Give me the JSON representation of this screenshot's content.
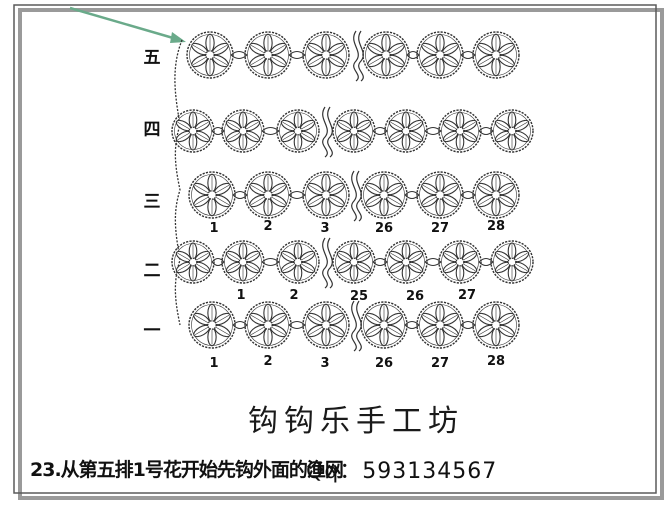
{
  "rows": [
    {
      "label": "五",
      "numbers": []
    },
    {
      "label": "四",
      "numbers": []
    },
    {
      "label": "三",
      "numbers": [
        "1",
        "2",
        "3",
        "26",
        "27",
        "28"
      ]
    },
    {
      "label": "二",
      "numbers": [
        "1",
        "2",
        "25",
        "26",
        "27"
      ]
    },
    {
      "label": "一",
      "numbers": [
        "1",
        "2",
        "3",
        "26",
        "27",
        "28"
      ]
    }
  ],
  "studio_title": "钩钩乐手工坊",
  "instruction": "23.从第五排1号花开始先钩外面的渔网",
  "qq": "Qq：593134567",
  "colors": {
    "frame_border": "#5a5a5a",
    "frame_shadow": "#9a9a9a",
    "motif_stroke": "#333333",
    "arrow": "#6aaa8a"
  },
  "icons": [
    "flower-motif-icon",
    "pointer-arrow-icon"
  ]
}
